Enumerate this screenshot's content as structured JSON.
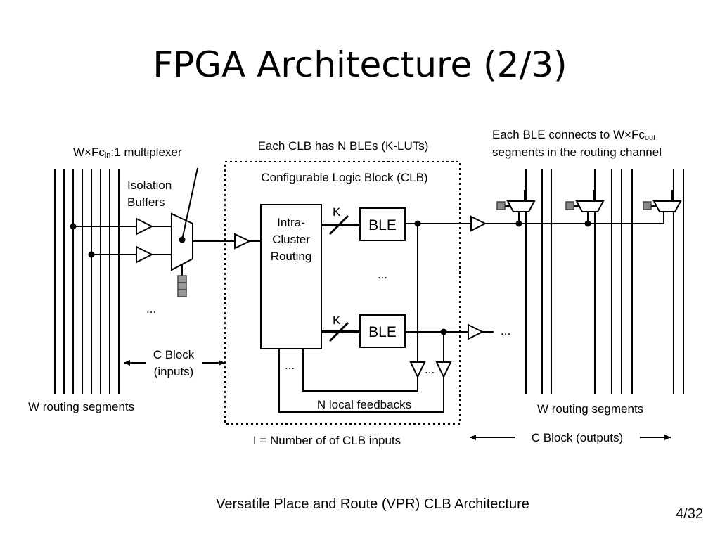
{
  "slide": {
    "title": "FPGA Architecture (2/3)",
    "footer": "Versatile Place and Route (VPR) CLB Architecture",
    "page_number": "4/32"
  },
  "diagram": {
    "mux_label_prefix": "W×Fc",
    "mux_label_sub": "in",
    "mux_label_suffix": ":1 multiplexer",
    "isolation_line1": "Isolation",
    "isolation_line2": "Buffers",
    "clb_note": "Each CLB has N BLEs (K-LUTs)",
    "clb_title": "Configurable Logic Block (CLB)",
    "intra_line1": "Intra-",
    "intra_line2": "Cluster",
    "intra_line3": "Routing",
    "k_label": "K",
    "ble_label": "BLE",
    "ellipsis": "...",
    "ble_connect_prefix": "Each BLE connects to W×Fc",
    "ble_connect_sub": "out",
    "ble_connect_line2": "segments in the routing channel",
    "c_block_in_line1": "C Block",
    "c_block_in_line2": "(inputs)",
    "w_routing_left": "W routing segments",
    "w_routing_right": "W routing segments",
    "local_feedbacks": "N local feedbacks",
    "clb_inputs": "I = Number of  of CLB inputs",
    "c_block_out": "C Block (outputs)"
  }
}
